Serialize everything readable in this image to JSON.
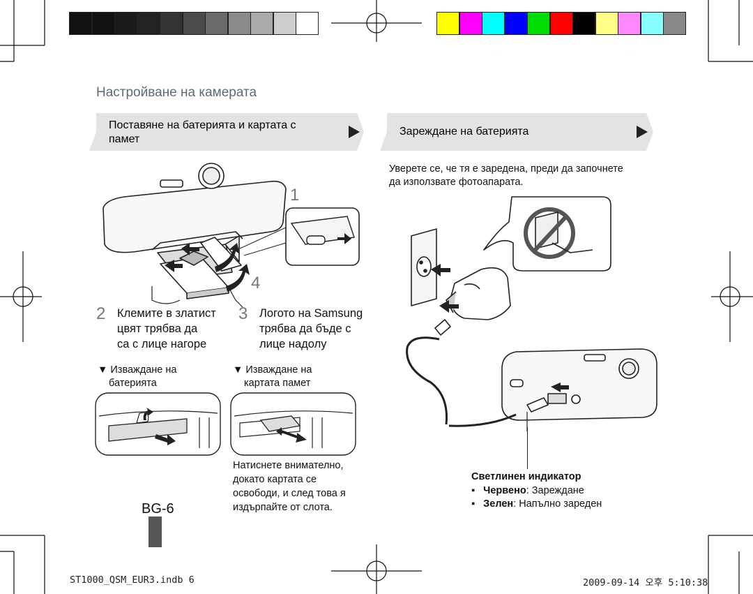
{
  "page": {
    "section_title": "Настройване на камерата",
    "left_banner": {
      "line1": "Поставяне на батерията и картата с",
      "line2": "памет"
    },
    "right_banner": {
      "label": "Зареждане на батерията"
    },
    "intro": {
      "line1": "Уверете се, че тя е заредена, преди да започнете",
      "line2": "да използвате фотоапарата."
    },
    "steps": {
      "n1": "1",
      "n2": "2",
      "n3": "3",
      "n4": "4",
      "step2": {
        "line1": "Клемите в златист",
        "line2": "цвят трябва да",
        "line3": "са с лице нагоре"
      },
      "step3": {
        "line1": "Логото на Samsung",
        "line2": "трябва да бъде с",
        "line3": "лице надолу"
      }
    },
    "remove_battery": {
      "line1": "▼ Изваждане на",
      "line2": "батерията"
    },
    "remove_card": {
      "line1": "▼ Изваждане на",
      "line2": "картата памет"
    },
    "card_note": {
      "line1": "Натиснете внимателно,",
      "line2": "докато картата се",
      "line3": "освободи, и след това я",
      "line4": "издърпайте от слота."
    },
    "indicator": {
      "title": "Светлинен индикатор",
      "red_label": "Червено",
      "red_text": ": Зареждане",
      "green_label": "Зелен",
      "green_text": ": Напълно зареден",
      "bullet": "▪"
    },
    "page_id": "BG-6",
    "footer_left": "ST1000_QSM_EUR3.indb   6",
    "footer_right": "2009-09-14   오후 5:10:38"
  },
  "colors": {
    "gray_swatches": [
      "#111111",
      "#111111",
      "#1a1a1a",
      "#222222",
      "#333333",
      "#4a4a4a",
      "#6a6a6a",
      "#8a8a8a",
      "#aaaaaa",
      "#cccccc",
      "#ffffff"
    ],
    "color_swatches": [
      "#ffff00",
      "#ff00ff",
      "#00ffff",
      "#0000ff",
      "#00dd00",
      "#ff0000",
      "#000000",
      "#ffff88",
      "#ff88ff",
      "#88ffff",
      "#888888"
    ],
    "banner": "#e3e3e3",
    "arrow": "#222222",
    "title": "#5a6b78"
  }
}
